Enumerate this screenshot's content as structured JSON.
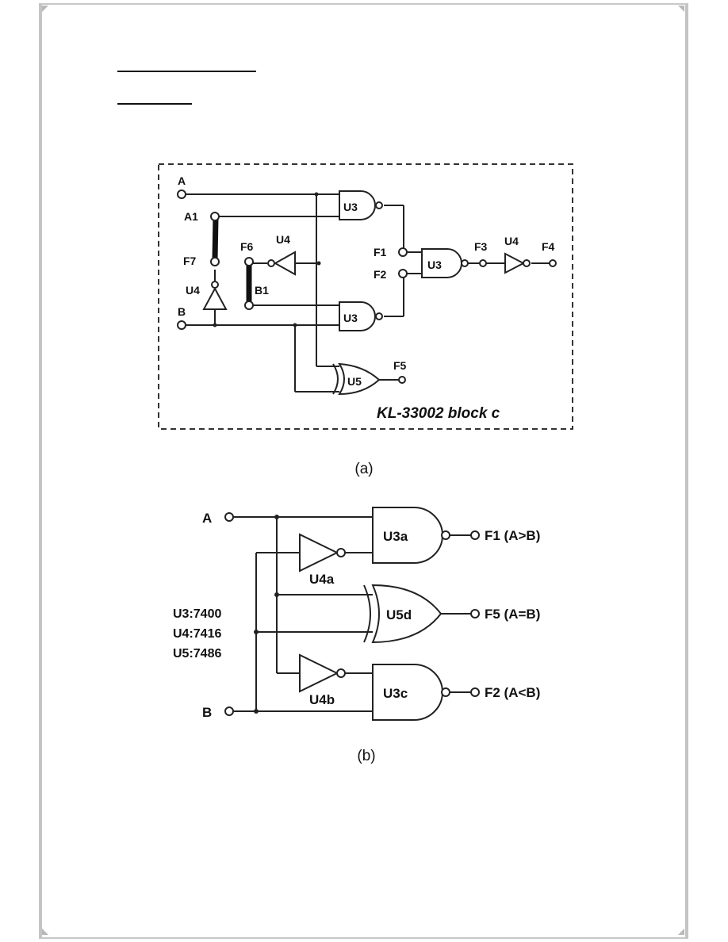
{
  "figure_a": {
    "inputs": {
      "a": "A",
      "a1": "A1",
      "b": "B",
      "b1": "B1",
      "f6": "F6",
      "f7": "F7"
    },
    "outputs": {
      "f1": "F1",
      "f2": "F2",
      "f3": "F3",
      "f4": "F4",
      "f5": "F5"
    },
    "gates": {
      "u3_top": "U3",
      "u3_bottom": "U3",
      "u3_mid": "U3",
      "u4_inv_top": "U4",
      "u4_inv_left": "U4",
      "u4_inv_right": "U4",
      "u5": "U5"
    },
    "block_label": "KL-33002 block c",
    "caption": "(a)"
  },
  "figure_b": {
    "inputs": {
      "a": "A",
      "b": "B"
    },
    "gates": {
      "u3a": "U3a",
      "u3c": "U3c",
      "u4a": "U4a",
      "u4b": "U4b",
      "u5d": "U5d"
    },
    "outputs": {
      "f1": "F1 (A>B)",
      "f5": "F5 (A=B)",
      "f2": "F2 (A<B)"
    },
    "parts": [
      "U3:7400",
      "U4:7416",
      "U5:7486"
    ],
    "caption": "(b)"
  }
}
